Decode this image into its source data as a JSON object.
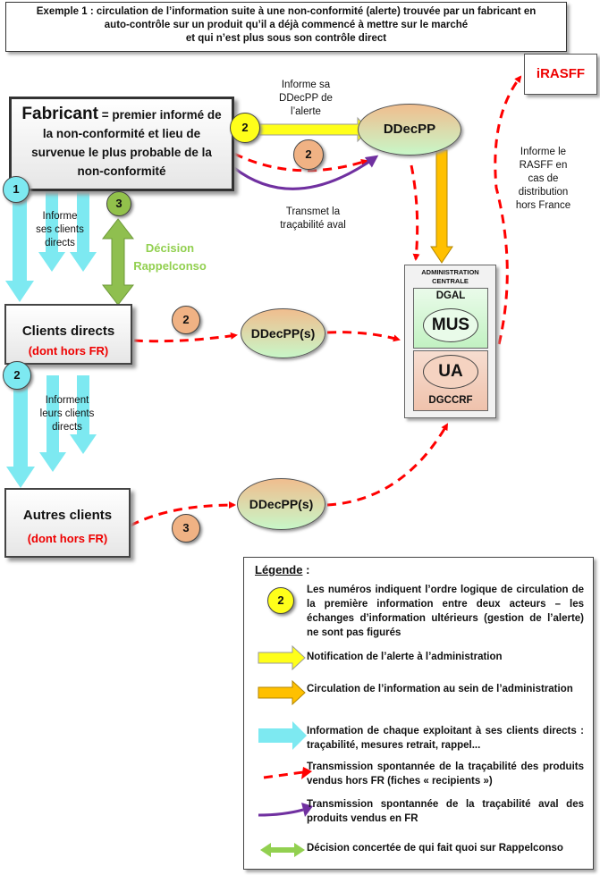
{
  "title": {
    "lines": [
      "Exemple 1 : circulation de l’information suite à une non-conformité (alerte) trouvée par un fabricant en",
      "auto-contrôle sur un produit qu’il a déjà commencé à mettre sur le marché",
      "et qui n’est plus sous son contrôle direct"
    ]
  },
  "nodes": {
    "fabricant": {
      "name": "Fabricant",
      "desc_line1": "= premier informé de",
      "desc_line2": "la non-conformité et lieu de",
      "desc_line3": "survenue le plus probable de la",
      "desc_line4": "non-conformité"
    },
    "clients_directs": {
      "name": "Clients directs",
      "note": "(dont hors FR)"
    },
    "autres_clients": {
      "name": "Autres clients",
      "note": "(dont hors FR)"
    },
    "ddecpp_main": "DDecPP",
    "ddecpp_clients": "DDecPP(s)",
    "ddecpp_autres": "DDecPP(s)",
    "irasff": "iRASFF",
    "administration": {
      "title_line1": "ADMINISTRATION",
      "title_line2": "CENTRALE",
      "dgal": "DGAL",
      "mus": "MUS",
      "ua": "UA",
      "dgccrf": "DGCCRF"
    }
  },
  "badges": {
    "fab_cyan": "1",
    "fab_yellow": "2",
    "fab_salmon": "2",
    "fab_green": "3",
    "clients_cyan": "2",
    "clients_salmon": "2",
    "autres_salmon": "3"
  },
  "labels": {
    "informe_ddecpp": [
      "Informe sa",
      "DDecPP de",
      "l’alerte"
    ],
    "transmet": [
      "Transmet la",
      "traçabilité aval"
    ],
    "informe_clients": [
      "Informe",
      "ses clients",
      "directs"
    ],
    "decision": [
      "Décision",
      "Rappelconso"
    ],
    "informent": [
      "Informent",
      "leurs clients",
      "directs"
    ],
    "informe_rasff": [
      "Informe le",
      "RASFF en",
      "cas de",
      "distribution",
      "hors France"
    ]
  },
  "legend": {
    "title": "Légende",
    "title_suffix": " :",
    "badge_example": "2",
    "items": [
      {
        "icon": "numbered-circle-icon",
        "text": "Les numéros indiquent l’ordre logique de circulation de la première information entre deux acteurs – les échanges d’information ultérieurs (gestion de l’alerte) ne sont pas figurés"
      },
      {
        "icon": "yellow-arrow-icon",
        "text": "Notification de l’alerte à l’administration"
      },
      {
        "icon": "orange-arrow-icon",
        "text": "Circulation de l’information au sein de l’administration"
      },
      {
        "icon": "cyan-arrow-icon",
        "text": "Information de chaque exploitant à ses clients directs : traçabilité, mesures retrait, rappel..."
      },
      {
        "icon": "red-dashed-arrow-icon",
        "text": "Transmission spontannée de la traçabilité des produits vendus hors FR (fiches « recipients »)"
      },
      {
        "icon": "purple-arrow-icon",
        "text": "Transmission spontannée de la traçabilité aval des produits vendus en FR"
      },
      {
        "icon": "green-double-arrow-icon",
        "text": "Décision concertée de qui fait quoi sur Rappelconso"
      }
    ]
  },
  "colors": {
    "yellow": "#ffff1a",
    "orange": "#ffc000",
    "cyan": "#7de9f1",
    "red": "#ff0000",
    "purple": "#7030a0",
    "green": "#92c14b",
    "decision_text": "#92d050"
  }
}
